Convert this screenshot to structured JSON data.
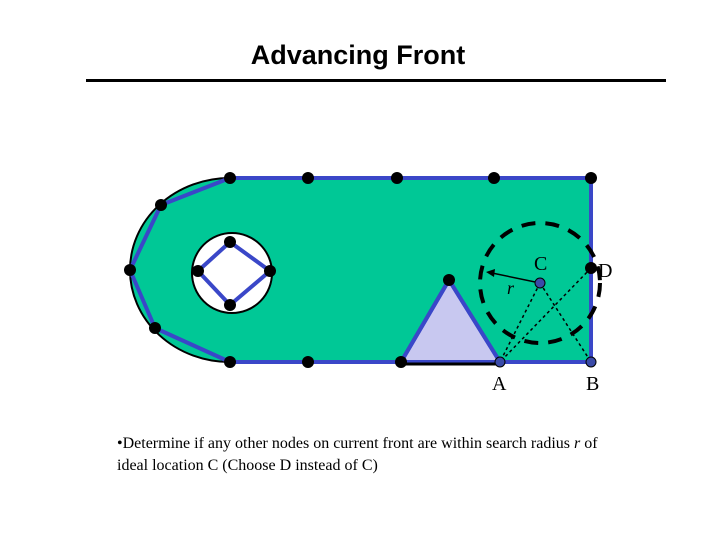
{
  "title": "Advancing Front",
  "labels": {
    "C": "C",
    "D": "D",
    "A": "A",
    "B": "B",
    "r": "r"
  },
  "caption": {
    "prefix": "•Determine if any other nodes on current front are within search radius ",
    "var": "r",
    "suffix": " of ideal location C (Choose D instead of C)"
  },
  "colors": {
    "domain_fill": "#00c896",
    "front_edge": "#3a47c8",
    "node": "#000000",
    "triangle": "#c8c8f0",
    "ideal_node": "#3a4aa8"
  }
}
